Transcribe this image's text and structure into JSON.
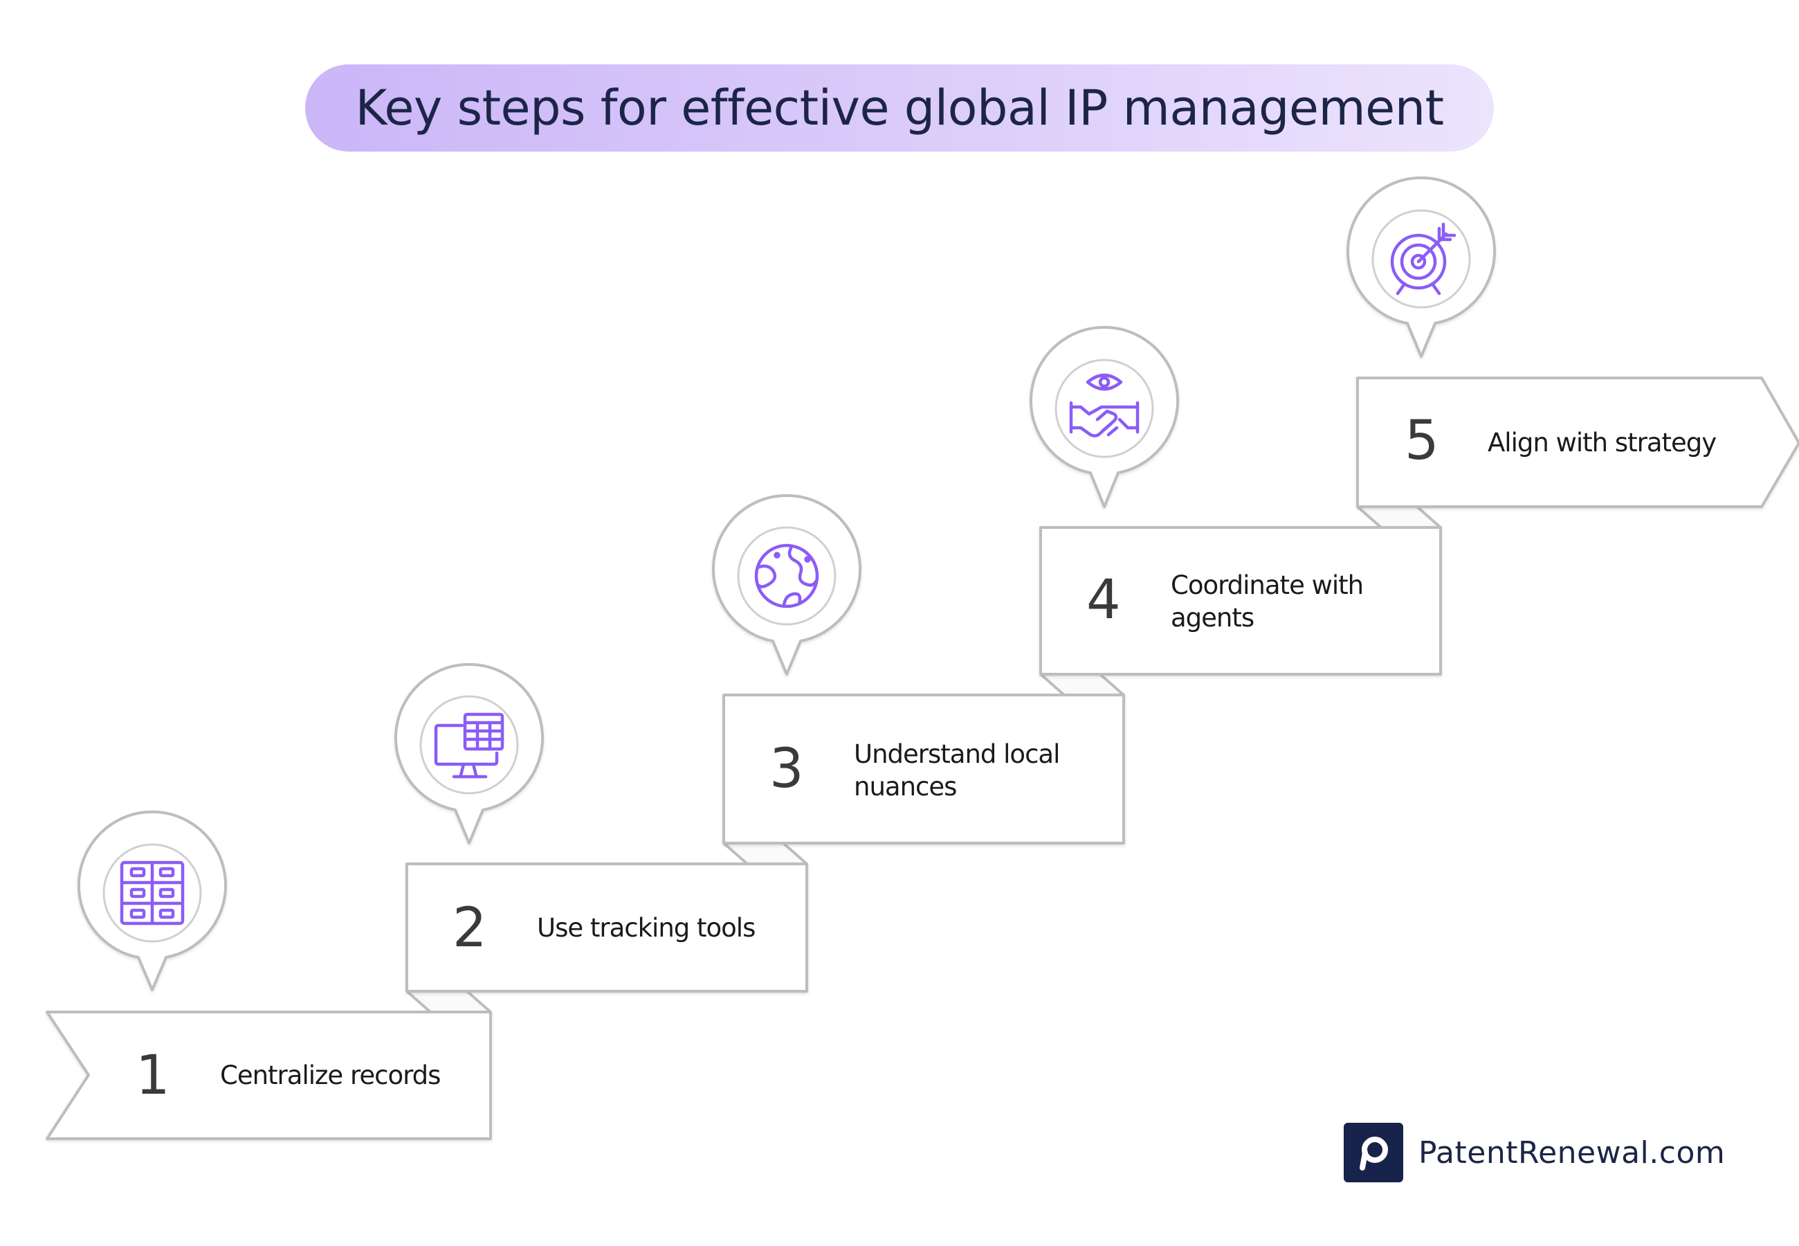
{
  "title": "Key steps for effective global IP management",
  "steps": [
    {
      "number": "1",
      "label": "Centralize records",
      "icon": "filing-cabinet-icon"
    },
    {
      "number": "2",
      "label": "Use tracking tools",
      "icon": "computer-spreadsheet-icon"
    },
    {
      "number": "3",
      "label": "Understand local nuances",
      "icon": "globe-icon"
    },
    {
      "number": "4",
      "label": "Coordinate with agents",
      "icon": "handshake-eye-icon"
    },
    {
      "number": "5",
      "label": "Align with strategy",
      "icon": "target-arrow-icon"
    }
  ],
  "brand": {
    "name": "PatentRenewal.com",
    "icon": "patentrenewal-logo-icon"
  },
  "colors": {
    "accent": "#8b5cf6",
    "title_bg": "#d9c9fb",
    "title_text": "#1c2547",
    "outline": "#bdbdbd",
    "brand": "#17234b"
  }
}
